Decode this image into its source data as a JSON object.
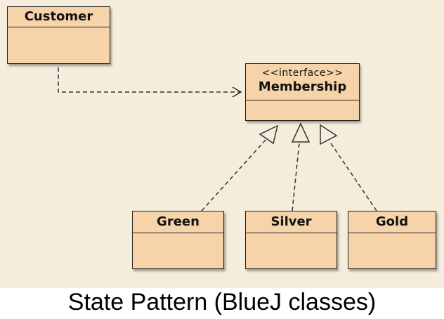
{
  "diagram": {
    "classes": {
      "customer": {
        "name": "Customer"
      },
      "membership": {
        "stereotype": "<<interface>>",
        "name": "Membership"
      },
      "green": {
        "name": "Green"
      },
      "silver": {
        "name": "Silver"
      },
      "gold": {
        "name": "Gold"
      }
    },
    "relations": [
      {
        "from": "Customer",
        "to": "Membership",
        "kind": "uses"
      },
      {
        "from": "Green",
        "to": "Membership",
        "kind": "implements"
      },
      {
        "from": "Silver",
        "to": "Membership",
        "kind": "implements"
      },
      {
        "from": "Gold",
        "to": "Membership",
        "kind": "implements"
      }
    ],
    "colors": {
      "canvas": "#f4eddc",
      "class_fill": "#f7d3a9",
      "line": "#333333"
    }
  },
  "caption": "State Pattern (BlueJ classes)"
}
